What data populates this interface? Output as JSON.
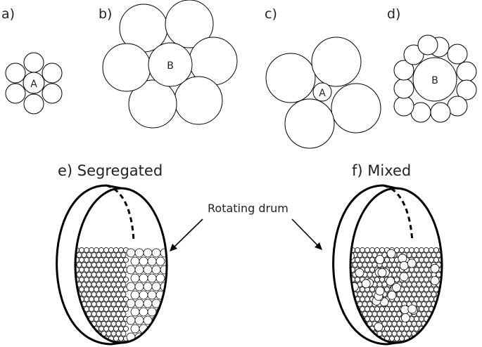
{
  "panels": {
    "a": {
      "label": "a)",
      "center_label": "A"
    },
    "b": {
      "label": "b)",
      "center_label": "B"
    },
    "c": {
      "label": "c)",
      "center_label": "A"
    },
    "d": {
      "label": "d)",
      "center_label": "B"
    },
    "e": {
      "label": "e) Segregated"
    },
    "f": {
      "label": "f) Mixed"
    }
  },
  "annotation": {
    "text": "Rotating drum"
  },
  "colors": {
    "stroke": "#000000",
    "background": "#ffffff",
    "text": "#222222"
  }
}
